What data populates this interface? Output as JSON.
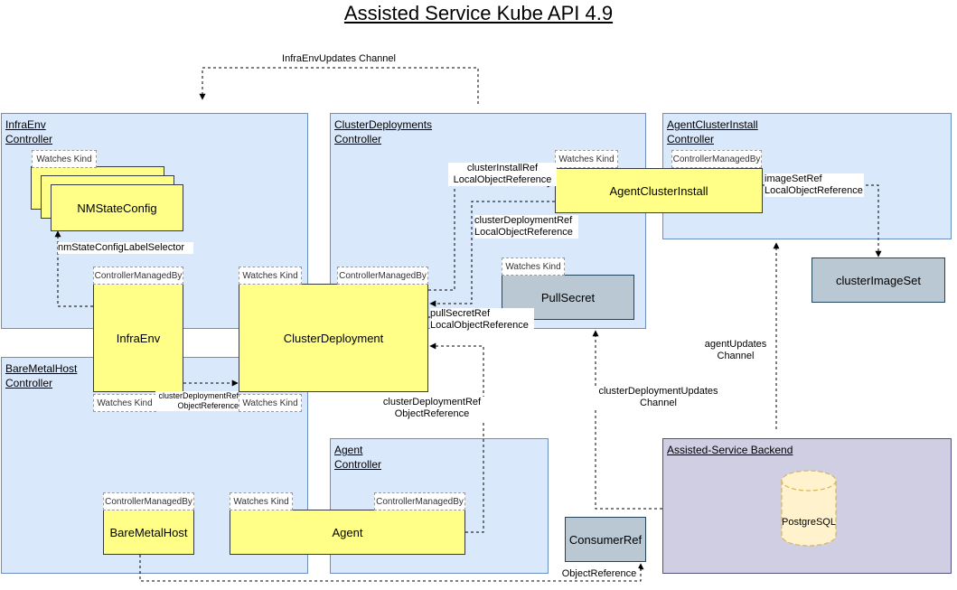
{
  "title": "Assisted Service Kube API 4.9",
  "panels": {
    "infraenv": "InfraEnv\nController",
    "clusterdeployments": "ClusterDeployments\nController",
    "agentclusterinstall": "AgentClusterInstall\nController",
    "baremetalhost": "BareMetalHost\nController",
    "agent": "Agent\nController",
    "backend": "Assisted-Service Backend"
  },
  "nodes": {
    "nmstateconfig": "NMStateConfig",
    "infraenv": "InfraEnv",
    "clusterdeployment": "ClusterDeployment",
    "agentclusterinstall": "AgentClusterInstall",
    "pullsecret": "PullSecret",
    "clusterimageset": "clusterImageSet",
    "baremetalhost": "BareMetalHost",
    "agent": "Agent",
    "consumerref": "ConsumerRef",
    "postgresql": "PostgreSQL"
  },
  "tags": {
    "watches_kind": "Watches Kind",
    "controller_managed_by": "ControllerManagedBy"
  },
  "edges": {
    "infraenv_updates": "InfraEnvUpdates Channel",
    "nmstate_selector": "nmStateConfigLabelSelector",
    "cluster_install_ref": "clusterInstallRef\nLocalObjectReference",
    "cluster_deployment_ref_local": "clusterDeploymentRef\nLocalObjectReference",
    "image_set_ref": "imageSetRef\nLocalObjectReference",
    "pull_secret_ref": "pullSecretRef\nLocalObjectReference",
    "bmh_cluster_deployment_ref": "clusterDeploymentRef\nObjectReference",
    "agent_cluster_deployment_ref": "clusterDeploymentRef\nObjectReference",
    "cluster_deployment_updates": "clusterDeploymentUpdates\nChannel",
    "agent_updates": "agentUpdates\nChannel",
    "object_reference": "ObjectReference"
  }
}
